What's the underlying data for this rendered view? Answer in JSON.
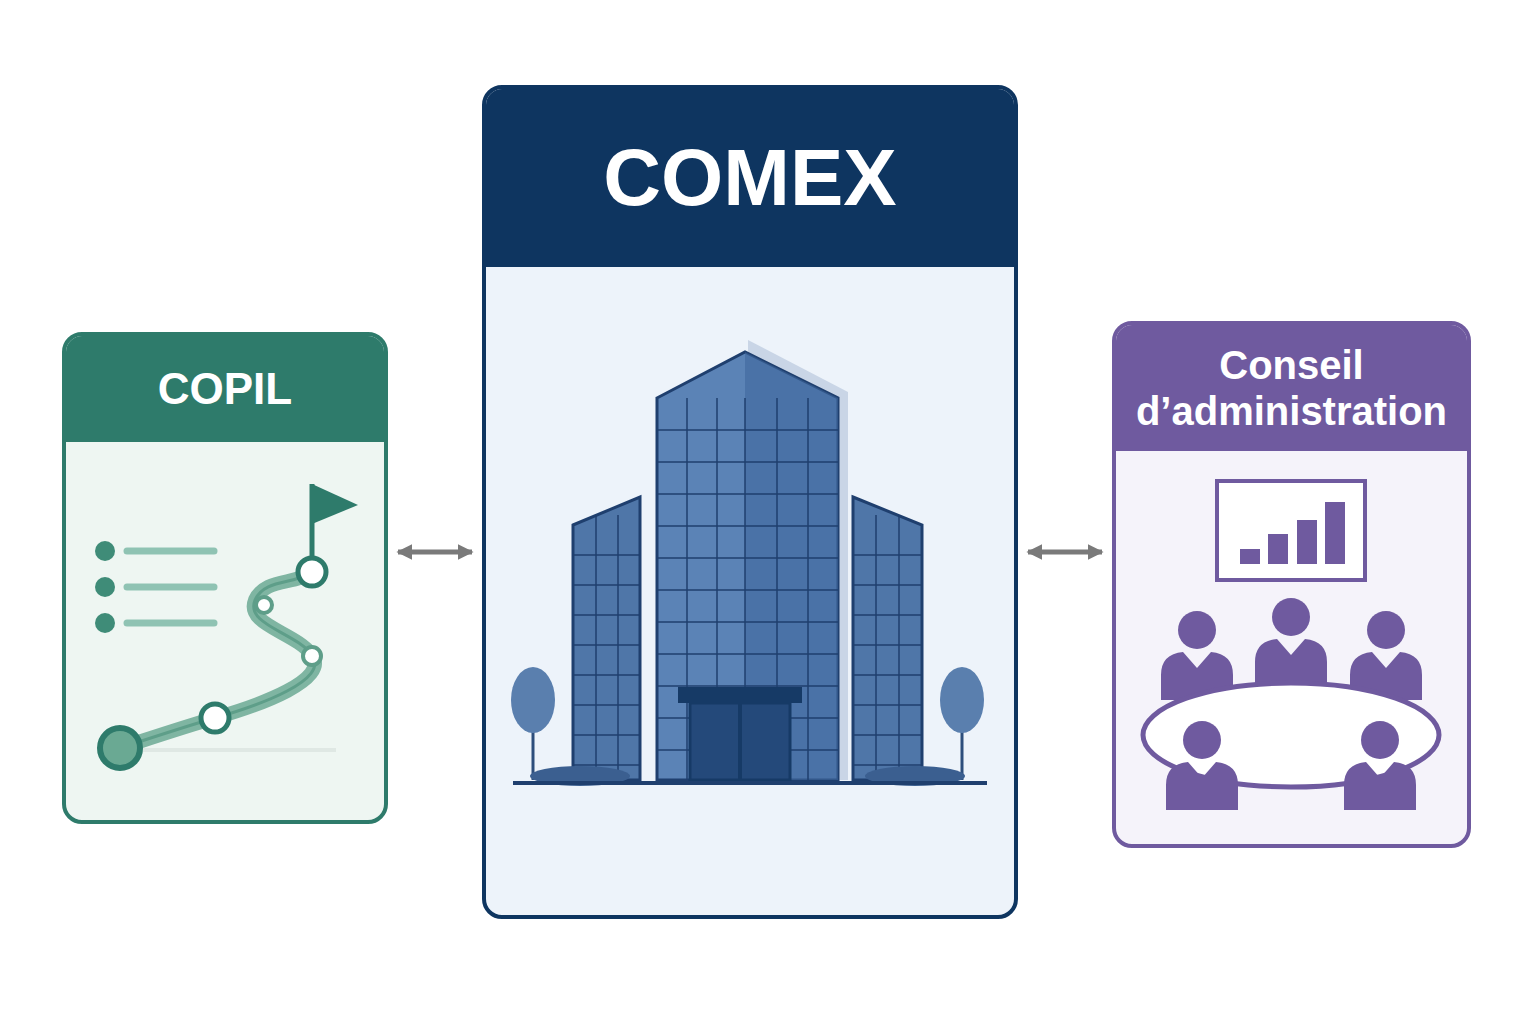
{
  "diagram": {
    "nodes": [
      {
        "text": [
          "COPIL"
        ]
      },
      {
        "text": [
          "COMEX"
        ]
      },
      {
        "text": [
          "Conseil d’administration"
        ]
      }
    ],
    "edges": [
      {
        "from": 0,
        "to": 1,
        "arrow": "both"
      },
      {
        "from": 1,
        "to": 2,
        "arrow": "both"
      }
    ]
  }
}
